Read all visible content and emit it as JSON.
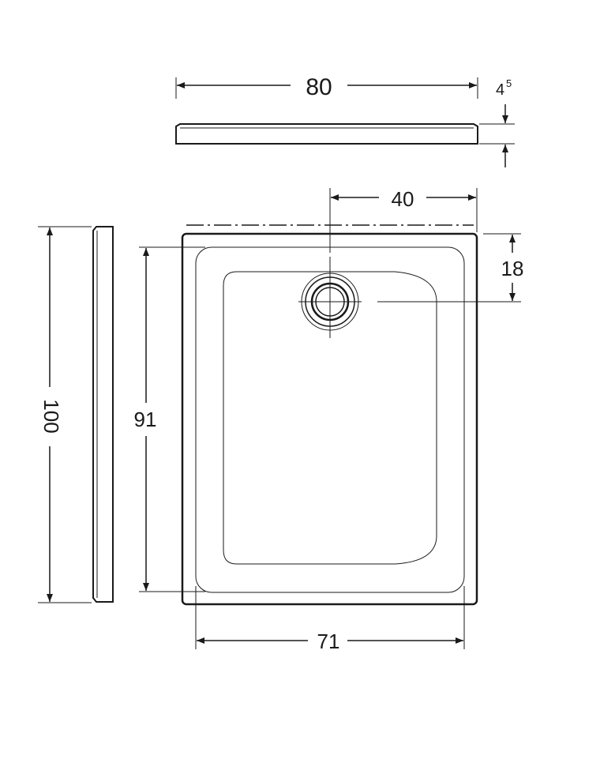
{
  "dimensions": {
    "width": "80",
    "height_main": "4",
    "height_sup": "5",
    "drain_offset_x": "40",
    "drain_offset_y": "18",
    "length": "100",
    "inner_length": "91",
    "inner_width": "71"
  },
  "colors": {
    "line": "#1a1a1a",
    "background": "#ffffff"
  }
}
